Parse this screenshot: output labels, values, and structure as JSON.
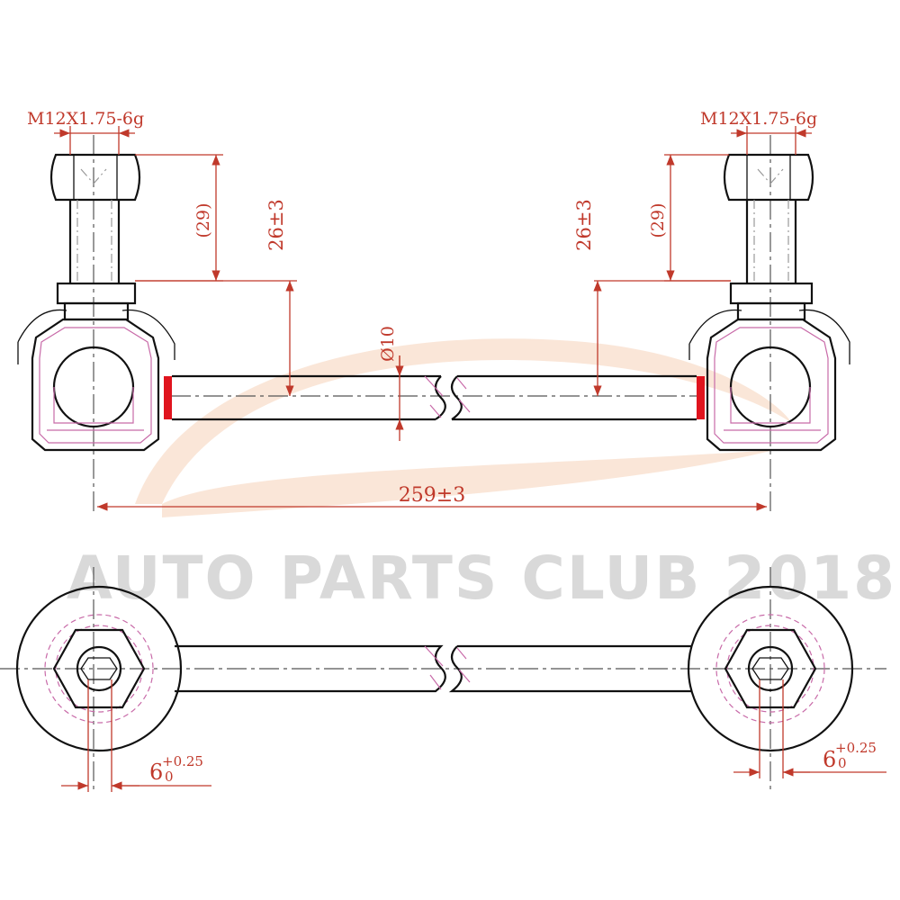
{
  "watermark": {
    "text": "AUTO PARTS CLUB 2018"
  },
  "side_view": {
    "left_thread": "M12X1.75-6g",
    "right_thread": "M12X1.75-6g",
    "left_stud_length": "(29)",
    "right_stud_length": "(29)",
    "left_offset": "26±3",
    "right_offset": "26±3",
    "rod_diameter": "Ø10",
    "overall_length": "259±3"
  },
  "top_view": {
    "left_hex": {
      "base": "6",
      "upper_tol": "+0.25",
      "lower_tol": "0"
    },
    "right_hex": {
      "base": "6",
      "upper_tol": "+0.25",
      "lower_tol": "0"
    }
  },
  "colors": {
    "dimension": "#c0392b",
    "boot_highlight": "#e0141e",
    "hatch": "#c86aa8"
  }
}
